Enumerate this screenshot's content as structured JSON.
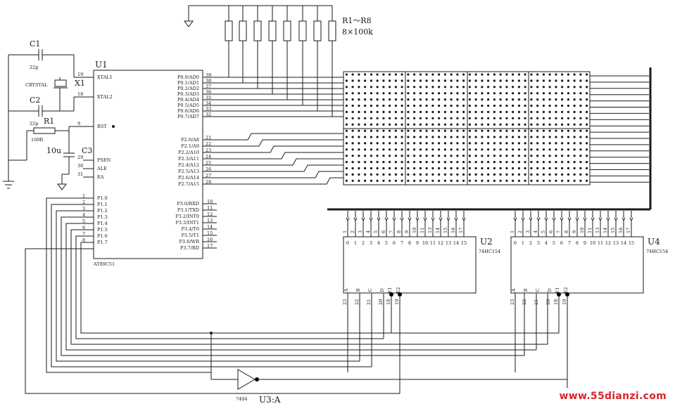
{
  "labels": {
    "u1": "U1",
    "u1_part": "AT89C51",
    "c1": "C1",
    "c1_val": "22p",
    "c2": "C2",
    "c2_val": "22p",
    "x1": "X1",
    "crystal": "CRYSTAL",
    "r1": "R1",
    "r1_val": "100R",
    "c3": "C3",
    "c3_val": "10u",
    "rn": "R1～R8",
    "rn_val": "8×100k",
    "u2": "U2",
    "u2_part": "74HC154",
    "u4": "U4",
    "u4_part": "74HC154",
    "u3": "U3:A",
    "u3_part": "7404"
  },
  "mcu": {
    "left_pins": [
      {
        "num": "19",
        "name": "XTAL1"
      },
      {
        "num": "18",
        "name": "XTAL2"
      },
      {
        "num": "9",
        "name": "RST"
      },
      {
        "num": "29",
        "name": "PSEN"
      },
      {
        "num": "30",
        "name": "ALE"
      },
      {
        "num": "31",
        "name": "EA"
      }
    ],
    "p1_pins": [
      {
        "num": "1",
        "name": "P1.0"
      },
      {
        "num": "2",
        "name": "P1.1"
      },
      {
        "num": "3",
        "name": "P1.2"
      },
      {
        "num": "4",
        "name": "P1.3"
      },
      {
        "num": "5",
        "name": "P1.4"
      },
      {
        "num": "6",
        "name": "P1.5"
      },
      {
        "num": "7",
        "name": "P1.6"
      },
      {
        "num": "8",
        "name": "P1.7"
      }
    ],
    "p0_pins": [
      {
        "num": "39",
        "name": "P0.0/AD0"
      },
      {
        "num": "38",
        "name": "P0.1/AD1"
      },
      {
        "num": "37",
        "name": "P0.2/AD2"
      },
      {
        "num": "36",
        "name": "P0.3/AD3"
      },
      {
        "num": "35",
        "name": "P0.4/AD4"
      },
      {
        "num": "34",
        "name": "P0.5/AD5"
      },
      {
        "num": "33",
        "name": "P0.6/AD6"
      },
      {
        "num": "32",
        "name": "P0.7/AD7"
      }
    ],
    "p2_pins": [
      {
        "num": "21",
        "name": "P2.0/A8"
      },
      {
        "num": "22",
        "name": "P2.1/A9"
      },
      {
        "num": "23",
        "name": "P2.2/A10"
      },
      {
        "num": "24",
        "name": "P2.3/A11"
      },
      {
        "num": "25",
        "name": "P2.4/A12"
      },
      {
        "num": "26",
        "name": "P2.5/A13"
      },
      {
        "num": "27",
        "name": "P2.6/A14"
      },
      {
        "num": "28",
        "name": "P2.7/A15"
      }
    ],
    "p3_pins": [
      {
        "num": "10",
        "name": "P3.0/RXD"
      },
      {
        "num": "11",
        "name": "P3.1/TXD"
      },
      {
        "num": "12",
        "name": "P3.2/INT0"
      },
      {
        "num": "13",
        "name": "P3.3/INT1"
      },
      {
        "num": "14",
        "name": "P3.4/T0"
      },
      {
        "num": "15",
        "name": "P3.5/T1"
      },
      {
        "num": "16",
        "name": "P3.6/WR"
      },
      {
        "num": "17",
        "name": "P3.7/RD"
      }
    ]
  },
  "decoder": {
    "outputs": [
      "0",
      "1",
      "2",
      "3",
      "4",
      "5",
      "6",
      "7",
      "8",
      "9",
      "10",
      "11",
      "12",
      "13",
      "14",
      "15"
    ],
    "out_pins": [
      "1",
      "2",
      "3",
      "4",
      "5",
      "6",
      "7",
      "8",
      "9",
      "10",
      "11",
      "13",
      "14",
      "15",
      "16",
      "17"
    ],
    "inputs": [
      "A",
      "B",
      "C",
      "D",
      "E1",
      "E2"
    ],
    "in_pins": [
      "23",
      "22",
      "21",
      "20",
      "18",
      "19"
    ]
  },
  "watermark": "www.55dianzi.com"
}
